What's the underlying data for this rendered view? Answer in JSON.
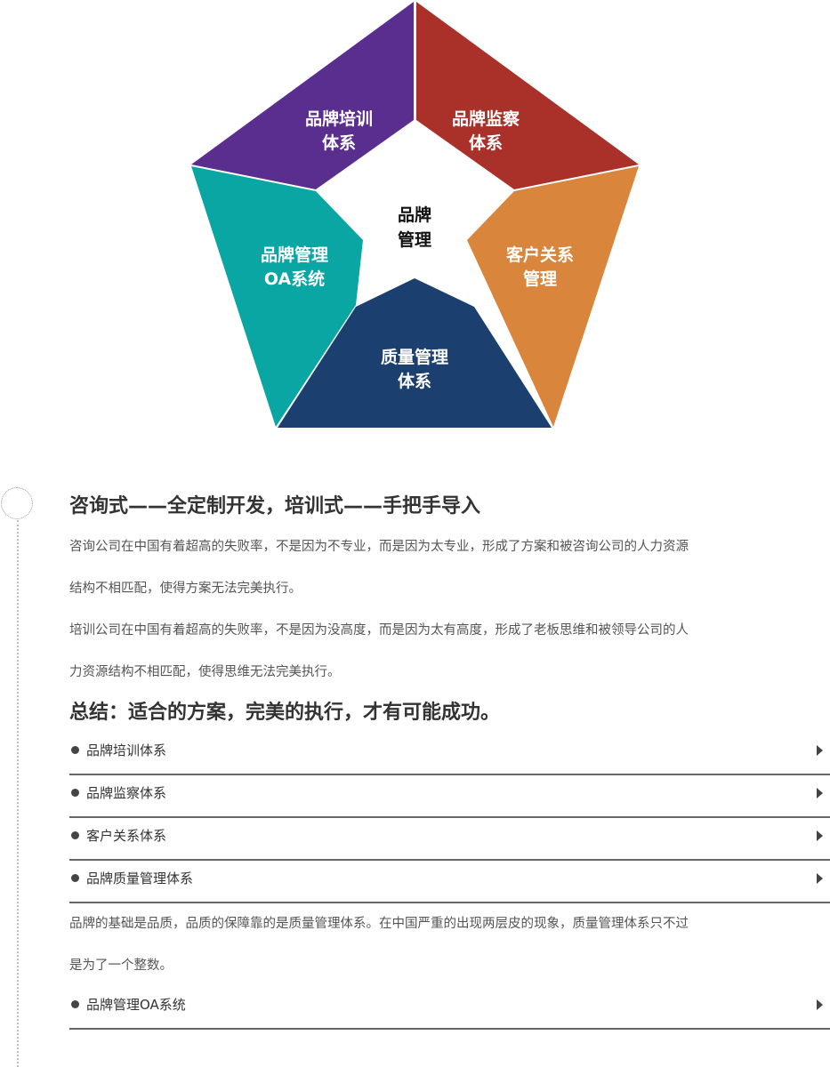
{
  "colors": {
    "training": "#5a2e8f",
    "monitoring": "#aa312a",
    "customer": "#d9853b",
    "quality": "#1b3f6f",
    "oa": "#0aa6a3",
    "center_text": "#111111"
  },
  "diagram": {
    "center": [
      "品牌",
      "管理"
    ],
    "segments": {
      "training": [
        "品牌培训",
        "体系"
      ],
      "monitoring": [
        "品牌监察",
        "体系"
      ],
      "customer": [
        "客户关系",
        "管理"
      ],
      "quality": [
        "质量管理",
        "体系"
      ],
      "oa": [
        "品牌管理",
        "OA系统"
      ]
    }
  },
  "section": {
    "heading1": "咨询式——全定制开发，培训式——手把手导入",
    "para1": [
      "咨询公司在中国有着超高的失败率，不是因为不专业，而是因为太专业，形成了方案和被咨询公司的人力资源",
      "结构不相匹配，使得方案无法完美执行。"
    ],
    "para2": [
      "培训公司在中国有着超高的失败率，不是因为没高度，而是因为太有高度，形成了老板思维和被领导公司的人",
      "力资源结构不相匹配，使得思维无法完美执行。"
    ],
    "heading2": "总结：适合的方案，完美的执行，才有可能成功。",
    "items_top": [
      "品牌培训体系",
      "品牌监察体系",
      "客户关系体系",
      "品牌质量管理体系"
    ],
    "para3": [
      "品牌的基础是品质，品质的保障靠的是质量管理体系。在中国严重的出现两层皮的现象，质量管理体系只不过",
      "是为了一个整数。"
    ],
    "items_bottom": [
      "品牌管理OA系统"
    ]
  }
}
